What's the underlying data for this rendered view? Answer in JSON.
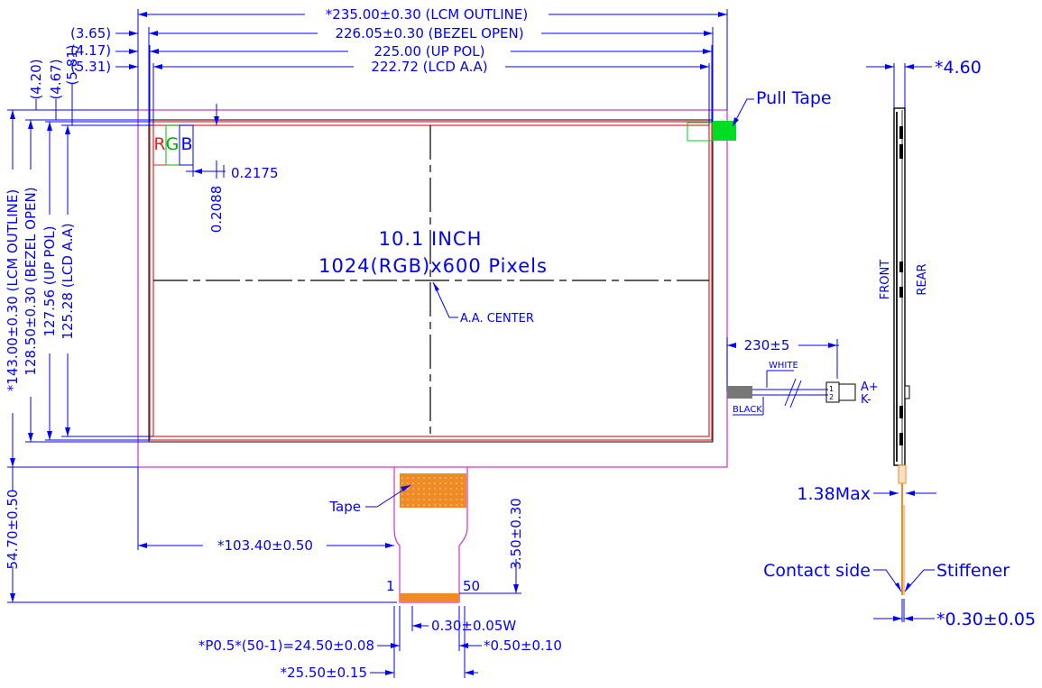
{
  "top_dims": {
    "lcm_outline": "*235.00±0.30 (LCM OUTLINE)",
    "bezel_open": "226.05±0.30 (BEZEL OPEN)",
    "up_pol": "225.00 (UP POL)",
    "lcd_aa": "222.72 (LCD A.A)",
    "off_365": "(3.65)",
    "off_417": "(4.17)",
    "off_531": "(5.31)"
  },
  "side_offsets": {
    "v_420": "(4.20)",
    "v_467": "(4.67)",
    "v_581": "(5.81)"
  },
  "left_dims": {
    "lcm_outline": "*143.00±0.30 (LCM OUTLINE)",
    "bezel_open": "128.50±0.30 (BEZEL OPEN)",
    "up_pol": "127.56 (UP POL)",
    "lcd_aa": "125.28 (LCD A.A)",
    "total_height": "54.70±0.50"
  },
  "pixel": {
    "r": "R",
    "g": "G",
    "b": "B",
    "pitch_h": "0.2175",
    "pitch_v": "0.2088"
  },
  "center": {
    "size": "10.1 INCH",
    "resolution": "1024(RGB)x600 Pixels",
    "aa_center": "A.A. CENTER"
  },
  "backlight": {
    "cable_length": "230±5",
    "white": "WHITE",
    "black": "BLACK",
    "pin1": "1",
    "pin2": "2",
    "anode": "A+",
    "cathode": "K-"
  },
  "fpc": {
    "tape": "Tape",
    "offset": "*103.40±0.50",
    "stiffener_len": "3.50±0.30",
    "pin_first": "1",
    "pin_last": "50",
    "pin_width": "0.30±0.05W",
    "pitch_total": "*P0.5*(50-1)=24.50±0.08",
    "pitch": "*0.50±0.10",
    "total_width": "*25.50±0.15"
  },
  "side_view": {
    "thickness": "*4.60",
    "pull_tape": "Pull Tape",
    "front": "FRONT",
    "rear": "REAR",
    "fpc_thickness": "1.38Max",
    "contact_side": "Contact side",
    "stiffener": "Stiffener",
    "stiffener_thickness": "*0.30±0.05"
  },
  "colors": {
    "dimension": "#0000ff",
    "outline": "#cc33cc",
    "active_area": "#e32626",
    "fpc": "#f08a24",
    "pull_tape": "#00dd22"
  }
}
